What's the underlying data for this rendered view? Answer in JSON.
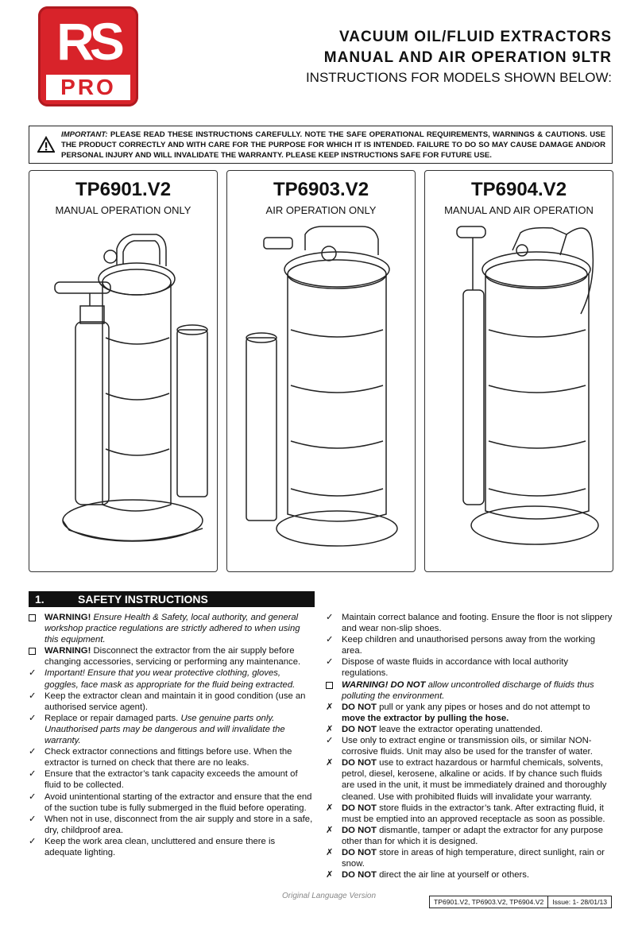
{
  "logo": {
    "top": "RS",
    "bottom": "PRO"
  },
  "header": {
    "title1": "VACUUM OIL/FLUID EXTRACTORS",
    "title2": "MANUAL AND AIR OPERATION 9LTR",
    "subtitle": "INSTRUCTIONS FOR MODELS SHOWN BELOW:"
  },
  "warning": {
    "lead": "IMPORTANT:",
    "text": "PLEASE READ THESE INSTRUCTIONS CAREFULLY. NOTE THE SAFE OPERATIONAL REQUIREMENTS, WARNINGS & CAUTIONS. USE THE PRODUCT CORRECTLY AND WITH CARE FOR THE PURPOSE FOR WHICH IT IS INTENDED. FAILURE TO DO SO MAY CAUSE DAMAGE AND/OR PERSONAL INJURY AND WILL INVALIDATE THE WARRANTY. PLEASE KEEP INSTRUCTIONS SAFE FOR FUTURE USE."
  },
  "models": [
    {
      "code": "TP6901.V2",
      "operation": "MANUAL OPERATION ONLY"
    },
    {
      "code": "TP6903.V2",
      "operation": "AIR OPERATION ONLY"
    },
    {
      "code": "TP6904.V2",
      "operation": "MANUAL AND AIR OPERATION"
    }
  ],
  "section": {
    "number": "1.",
    "title": "SAFETY INSTRUCTIONS"
  },
  "left": {
    "i1": {
      "bold": "WARNING!",
      "rest": " Ensure Health & Safety, local authority, and general workshop practice regulations are strictly adhered to when using this equipment."
    },
    "i2": {
      "bold": "WARNING!",
      "rest": " Disconnect the extractor from the air supply before changing accessories, servicing or performing any maintenance."
    },
    "i3": {
      "ital": "Important!",
      "rest": " Ensure that you wear protective clothing, gloves, goggles, face mask as appropriate for the fluid being extracted."
    },
    "i4": "Keep the extractor clean and maintain it in good condition (use an authorised service agent).",
    "i5": {
      "plain": "Replace or repair damaged parts. ",
      "ital": "Use genuine parts only. Unauthorised parts may be dangerous and will invalidate the warranty."
    },
    "i6": "Check extractor connections and fittings before use. When the extractor is turned on check that there are no leaks.",
    "i7": "Ensure that the extractor’s tank capacity exceeds the amount of fluid to be collected.",
    "i8": "Avoid unintentional starting of the extractor and ensure that the end of the suction tube is fully submerged in the fluid before operating.",
    "i9": "When not in use, disconnect from the air supply and store in a safe, dry, childproof area.",
    "i10": "Keep the work area clean, uncluttered and ensure there is adequate lighting."
  },
  "right": {
    "r1": "Maintain correct balance and footing. Ensure the floor is not slippery and wear non-slip shoes.",
    "r2": "Keep children and unauthorised persons away from the working area.",
    "r3": "Dispose of waste fluids in accordance with local authority regulations.",
    "r4": {
      "bold": "WARNING! DO NOT",
      "rest": " allow uncontrolled discharge of fluids thus polluting the environment."
    },
    "r5": {
      "bold": "DO NOT",
      "rest": " pull or yank any pipes or hoses and do not attempt to ",
      "bold2": "move the extractor by pulling the hose."
    },
    "r6": {
      "bold": "DO NOT",
      "rest": " leave the extractor operating unattended."
    },
    "r7": "Use only to extract engine or transmission oils, or similar NON-corrosive fluids. Unit may also be used for the transfer of water.",
    "r8": {
      "bold": "DO NOT",
      "rest": " use to extract hazardous or harmful chemicals, solvents, petrol, diesel, kerosene, alkaline or acids. If by chance such fluids are used in the unit, it must be immediately drained and thoroughly cleaned. Use with prohibited fluids will invalidate your warranty."
    },
    "r9": {
      "bold": "DO NOT",
      "rest": " store fluids in the extractor’s tank. After extracting fluid, it must be emptied into an approved receptacle as soon as possible."
    },
    "r10": {
      "bold": "DO NOT",
      "rest": " dismantle, tamper or adapt the extractor for any purpose other than for which it is designed."
    },
    "r11": {
      "bold": "DO NOT",
      "rest": " store in areas of high temperature, direct sunlight, rain or snow."
    },
    "r12": {
      "bold": "DO NOT",
      "rest": " direct the air line at yourself or others."
    }
  },
  "footer": {
    "note": "Original Language Version",
    "models": "TP6901.V2, TP6903.V2, TP6904.V2",
    "issue": "Issue: 1- 28/01/13"
  }
}
